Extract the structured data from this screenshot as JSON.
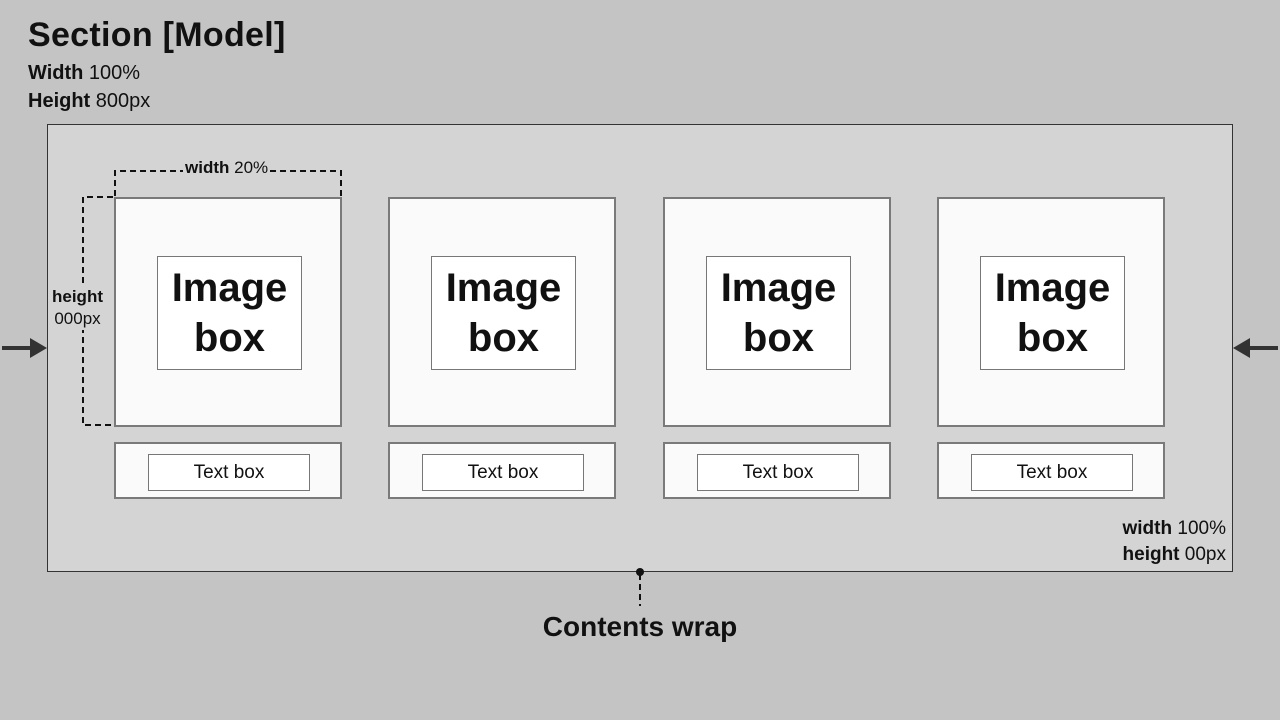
{
  "section": {
    "title": "Section [Model]",
    "width_key": "Width",
    "width_value": "100%",
    "height_key": "Height",
    "height_value": "800px"
  },
  "cards": [
    {
      "image_line1": "Image",
      "image_line2": "box",
      "text": "Text box"
    },
    {
      "image_line1": "Image",
      "image_line2": "box",
      "text": "Text box"
    },
    {
      "image_line1": "Image",
      "image_line2": "box",
      "text": "Text box"
    },
    {
      "image_line1": "Image",
      "image_line2": "box",
      "text": "Text box"
    }
  ],
  "card_dimensions": {
    "width_key": "width",
    "width_value": "20%",
    "height_key": "height",
    "height_value": "000px"
  },
  "contents_wrap": {
    "caption": "Contents wrap",
    "width_key": "width",
    "width_value": "100%",
    "height_key": "height",
    "height_value": "00px"
  },
  "icons": [
    "arrow-right-icon",
    "arrow-left-icon"
  ]
}
